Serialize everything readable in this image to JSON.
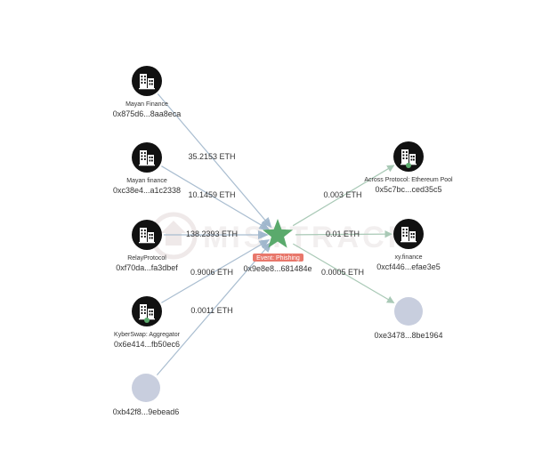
{
  "colors": {
    "entity": "#111111",
    "entity_icon": "#ffffff",
    "unknown": "#c8cede",
    "center": "#5aaa6c",
    "badge": "#e8776b",
    "edge_in": "#a9bdd0",
    "edge_out": "#a9c9b6",
    "watermark": "#e9e2e2"
  },
  "watermark": "MISTTRACK",
  "center": {
    "address": "0x9e8e8...681484e",
    "badge": "Event: Phishing",
    "icon": "star-icon"
  },
  "nodes": [
    {
      "id": "mayan1",
      "name": "Mayan Finance",
      "address": "0x875d6...8aa8eca",
      "kind": "entity",
      "icon": "building-icon",
      "green_dot": false
    },
    {
      "id": "mayan2",
      "name": "Mayan finance",
      "address": "0xc38e4...a1c2338",
      "kind": "entity",
      "icon": "building-icon",
      "green_dot": false
    },
    {
      "id": "relay",
      "name": "RelayProtocol",
      "address": "0xf70da...fa3dbef",
      "kind": "entity",
      "icon": "building-icon",
      "green_dot": false
    },
    {
      "id": "kyber",
      "name": "KyberSwap: Aggregator",
      "address": "0x6e414...fb50ec6",
      "kind": "entity",
      "icon": "building-icon",
      "green_dot": true
    },
    {
      "id": "unk1",
      "name": "",
      "address": "0xb42f8...9ebead6",
      "kind": "unknown",
      "icon": "",
      "green_dot": false
    },
    {
      "id": "across",
      "name": "Across Protocol: Ethereum Pool",
      "address": "0x5c7bc...ced35c5",
      "kind": "entity",
      "icon": "building-icon",
      "green_dot": true
    },
    {
      "id": "xy",
      "name": "xy.finance",
      "address": "0xcf446...efae3e5",
      "kind": "entity",
      "icon": "building-icon",
      "green_dot": false
    },
    {
      "id": "unk2",
      "name": "",
      "address": "0xe3478...8be1964",
      "kind": "unknown",
      "icon": "",
      "green_dot": false
    }
  ],
  "edges": [
    {
      "from": "mayan1",
      "to": "center",
      "label": "35.2153 ETH"
    },
    {
      "from": "mayan2",
      "to": "center",
      "label": "10.1459 ETH"
    },
    {
      "from": "relay",
      "to": "center",
      "label": "138.2393 ETH"
    },
    {
      "from": "kyber",
      "to": "center",
      "label": "0.9006 ETH"
    },
    {
      "from": "unk1",
      "to": "center",
      "label": "0.0011 ETH"
    },
    {
      "from": "center",
      "to": "across",
      "label": "0.003 ETH"
    },
    {
      "from": "center",
      "to": "xy",
      "label": "0.01 ETH"
    },
    {
      "from": "center",
      "to": "unk2",
      "label": "0.0005 ETH"
    }
  ]
}
